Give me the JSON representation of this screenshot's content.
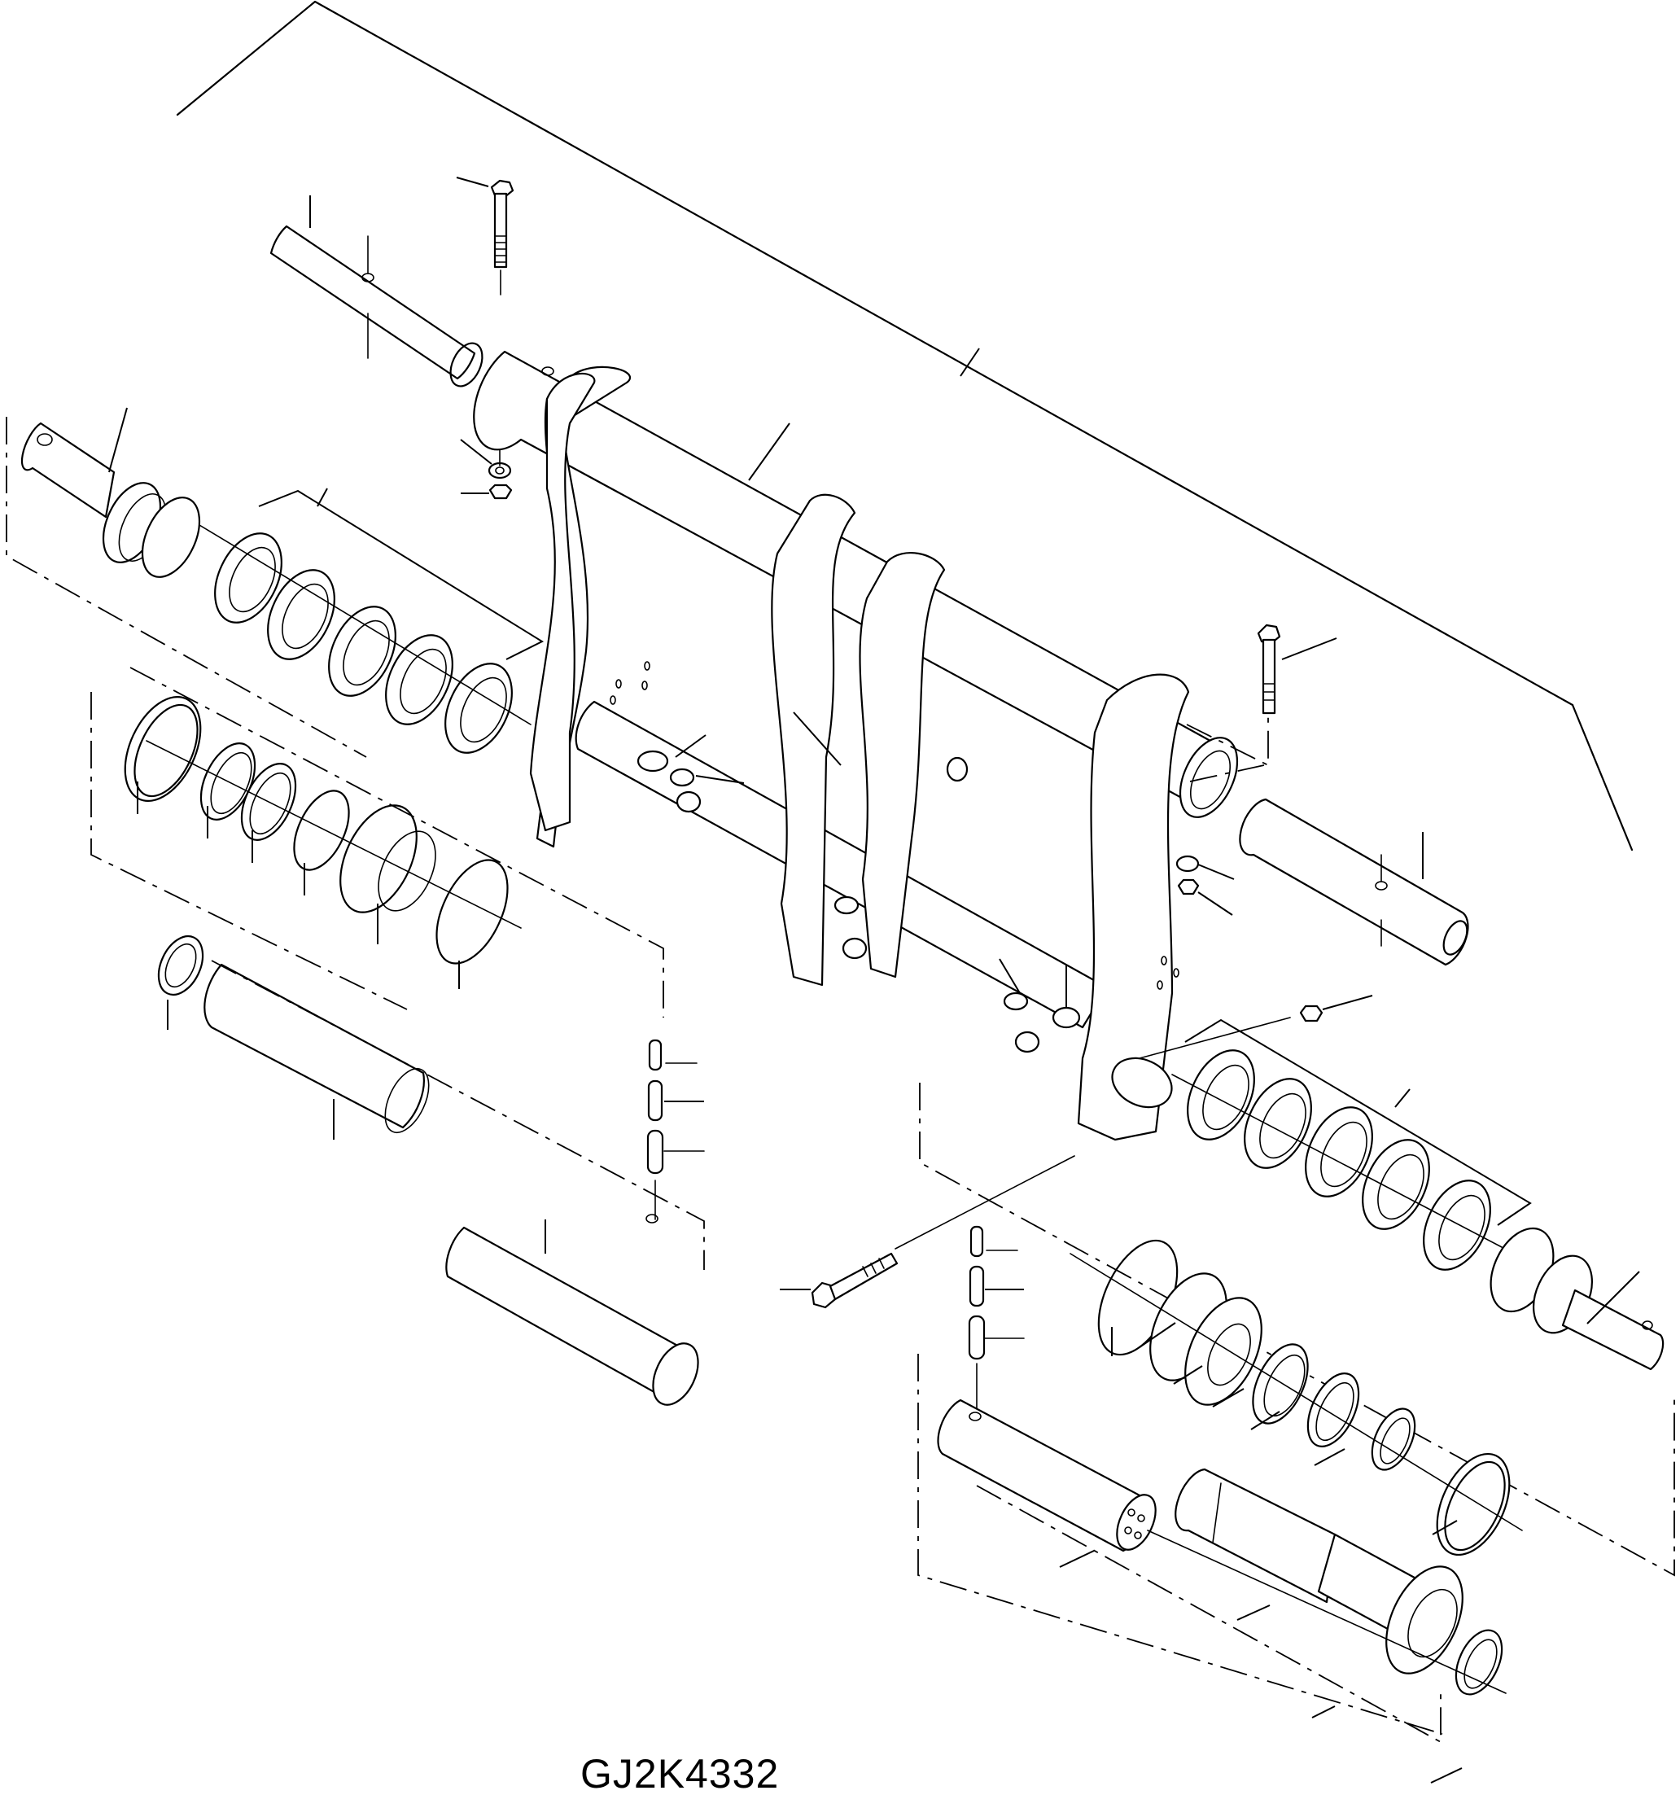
{
  "figure": {
    "id_label": "GJ2K4332",
    "type": "exploded parts diagram",
    "background": "#ffffff",
    "line_color": "#000000"
  },
  "components": [
    {
      "name": "main-frame",
      "description": "yoke frame with four curved arms on cross tube"
    },
    {
      "name": "upper-left-pin",
      "description": "hollow pin with cross hole"
    },
    {
      "name": "upper-left-bolt",
      "description": "hex bolt, vertical"
    },
    {
      "name": "upper-left-washer-nut",
      "description": "washer and nut"
    },
    {
      "name": "left-shaft-seal-stack",
      "description": "shaft with flange and five seal rings"
    },
    {
      "name": "left-snap-ring-stack",
      "description": "snap ring, rings, bearing, hub, o-ring"
    },
    {
      "name": "lower-left-shaft",
      "description": "stepped shaft, tube with hole, ring"
    },
    {
      "name": "grease-fittings-left",
      "description": "three grease fittings"
    },
    {
      "name": "center-bolt",
      "description": "long hex bolt"
    },
    {
      "name": "grease-fittings-right",
      "description": "three grease fittings"
    },
    {
      "name": "right-pin",
      "description": "pin with cross hole"
    },
    {
      "name": "right-bolt",
      "description": "hex bolt, vertical"
    },
    {
      "name": "right-washer-nut",
      "description": "washer, nut, single nut"
    },
    {
      "name": "right-shaft-seal-stack",
      "description": "five seal rings and flanged shaft"
    },
    {
      "name": "lower-right-ring-stack",
      "description": "o-ring, hub, bearing rings, snap ring"
    },
    {
      "name": "lower-right-shaft",
      "description": "pin with holes, stepped shaft with flange, ring"
    }
  ]
}
